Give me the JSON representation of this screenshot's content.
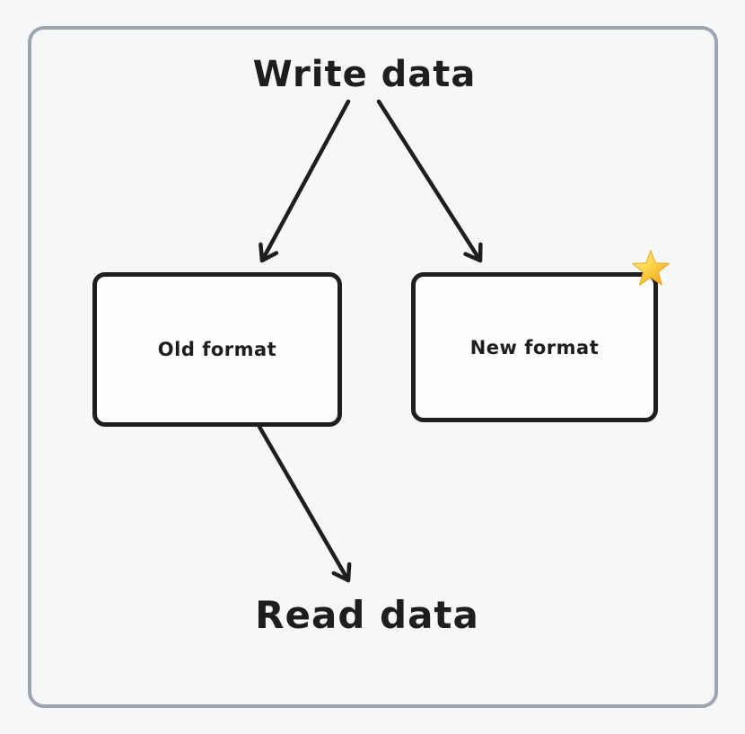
{
  "page": {
    "background_color": "#f6f7f9",
    "frame_border_color": "#9da5b1"
  },
  "diagram": {
    "title": "Write data",
    "bottom_label": "Read data",
    "stroke_color": "#1e1e1e",
    "node_fill": "#fefefe",
    "nodes": [
      {
        "id": "old-format",
        "label": "Old format"
      },
      {
        "id": "new-format",
        "label": "New format",
        "badge_icon": "star",
        "badge_color": "#ffd84d"
      }
    ],
    "arrows": [
      {
        "from": "write-data",
        "to": "old-format"
      },
      {
        "from": "write-data",
        "to": "new-format"
      },
      {
        "from": "old-format",
        "to": "read-data"
      }
    ]
  }
}
